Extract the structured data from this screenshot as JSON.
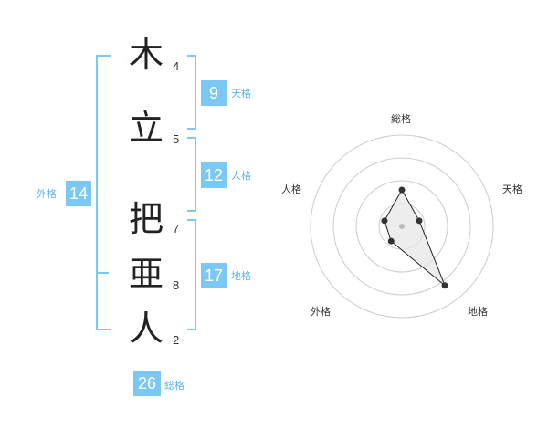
{
  "characters": [
    {
      "char": "木",
      "strokes": "4"
    },
    {
      "char": "立",
      "strokes": "5"
    },
    {
      "char": "把",
      "strokes": "7"
    },
    {
      "char": "亜",
      "strokes": "8"
    },
    {
      "char": "人",
      "strokes": "2"
    }
  ],
  "kaku": {
    "tenkaku": {
      "value": "9",
      "label": "天格"
    },
    "jinkaku": {
      "value": "12",
      "label": "人格"
    },
    "chikaku": {
      "value": "17",
      "label": "地格"
    },
    "gaikaku": {
      "value": "14",
      "label": "外格"
    },
    "soukaku": {
      "value": "26",
      "label": "総格"
    }
  },
  "radar": {
    "axes": [
      "総格",
      "天格",
      "地格",
      "外格",
      "人格"
    ],
    "levels": 4,
    "scores": [
      2,
      1,
      4,
      1,
      1
    ],
    "max": 5,
    "colors": {
      "grid": "#cccccc",
      "line": "#222222",
      "fill": "#e6e6e6",
      "point": "#333333",
      "center": "#bbbbbb"
    }
  }
}
